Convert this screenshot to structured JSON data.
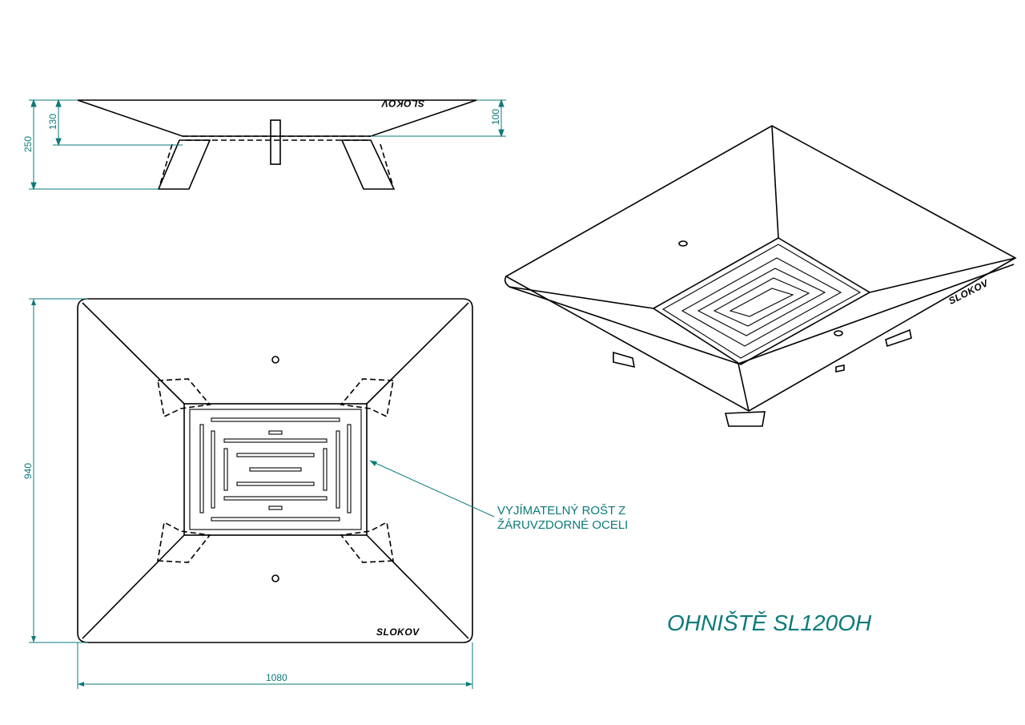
{
  "title": "OHNIŠTĚ SL120OH",
  "note": {
    "line1": "VYJÍMATELNÝ ROŠT Z",
    "line2": "ŽÁRUVZDORNÉ OCELI"
  },
  "brand": "SLOKOV",
  "dimensions": {
    "width": "1080",
    "depth": "940",
    "height": "250",
    "bowl_depth_left": "130",
    "bowl_depth_right": "100"
  },
  "colors": {
    "dimension": "#0c7a7a",
    "line": "#000000"
  }
}
